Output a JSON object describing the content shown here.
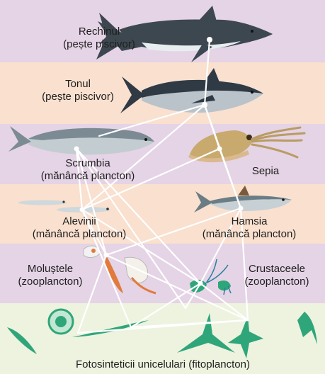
{
  "bands": [
    {
      "name": "shark-band",
      "color": "#e5d3e6"
    },
    {
      "name": "tuna-band",
      "color": "#f9e0cf"
    },
    {
      "name": "mackerel-band",
      "color": "#e5d3e6"
    },
    {
      "name": "fry-band",
      "color": "#f9e0cf"
    },
    {
      "name": "zooplankton-band",
      "color": "#e5d3e6"
    },
    {
      "name": "phytoplankton-band",
      "color": "#edf3df"
    }
  ],
  "labels": {
    "shark": {
      "line1": "Rechinul",
      "line2": "(pește piscivor)"
    },
    "tuna": {
      "line1": "Tonul",
      "line2": "(pește piscivor)"
    },
    "mackerel": {
      "line1": "Scrumbia",
      "line2": "(mănâncă plancton)"
    },
    "cuttlefish": {
      "line1": "Sepia"
    },
    "fry": {
      "line1": "Alevinii",
      "line2": "(mănâncă plancton)"
    },
    "anchovy": {
      "line1": "Hamsia",
      "line2": "(mănâncă plancton)"
    },
    "molluscs": {
      "line1": "Moluștele",
      "line2": "(zooplancton)"
    },
    "crustaceans": {
      "line1": "Crustaceele",
      "line2": "(zooplancton)"
    },
    "phytoplankton": {
      "line1": "Fotosinteticii unicelulari (fitoplancton)"
    }
  },
  "colors": {
    "link": "#ffffff",
    "text": "#1f1f1f",
    "shark": "#3d474f",
    "tuna": "#2f3a45",
    "fish_silver": "#b9c3c9",
    "cuttlefish": "#c8aa6e",
    "anchovy_back": "#6b7d84",
    "phyto": "#2fa67a",
    "plankton_orange": "#e07b3c"
  }
}
